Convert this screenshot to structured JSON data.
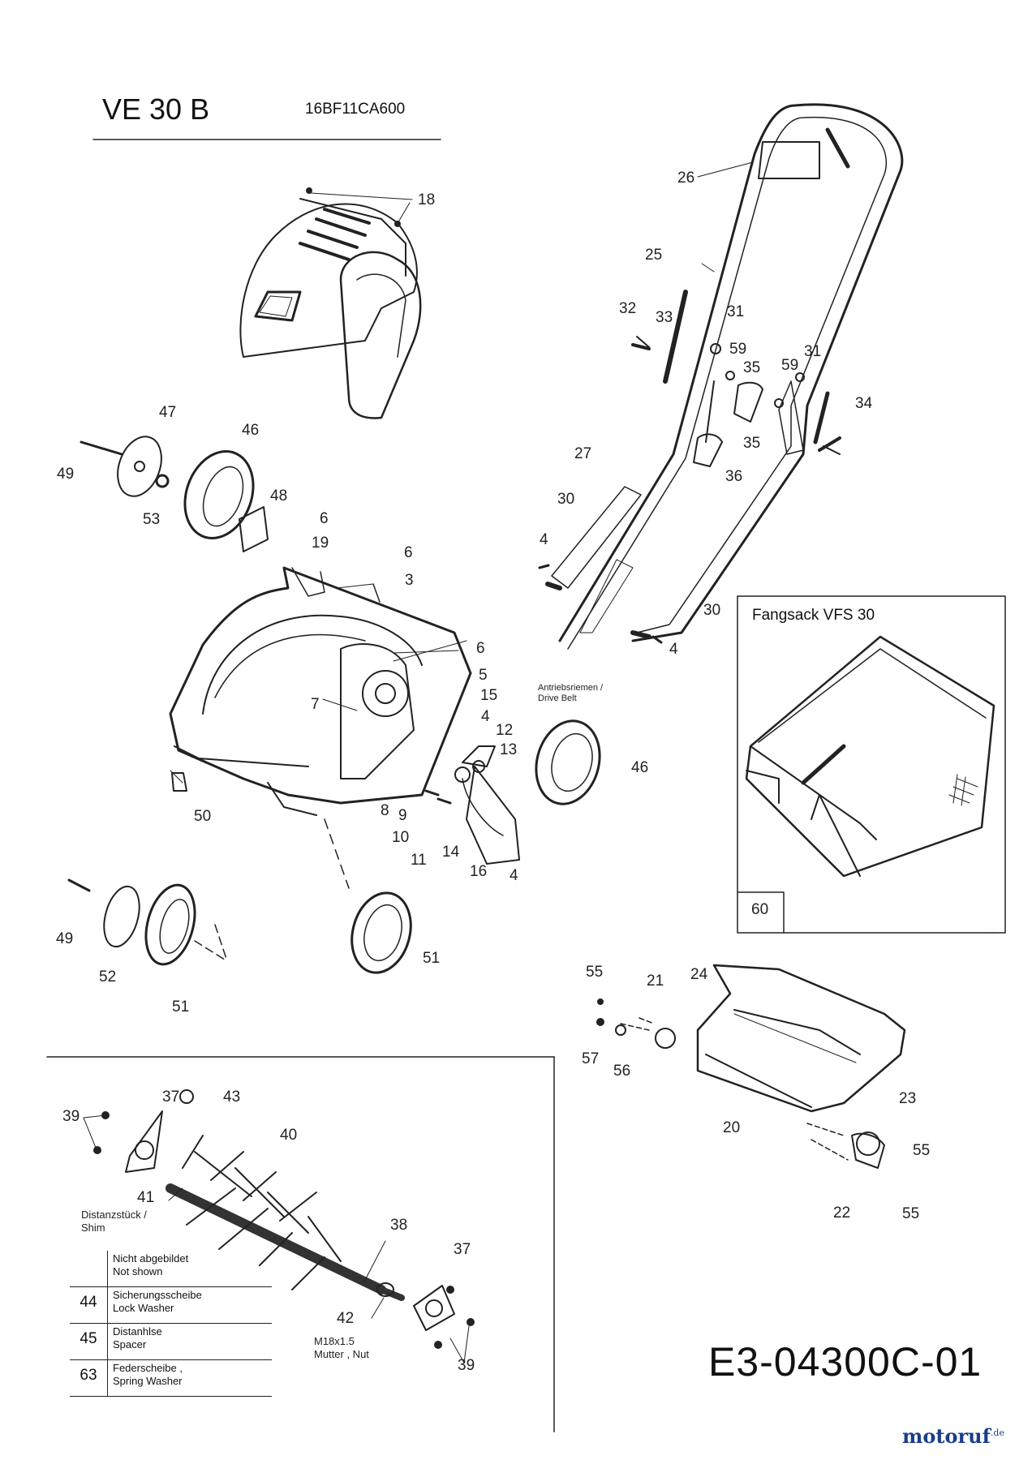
{
  "header": {
    "model": "VE 30 B",
    "part_code": "16BF11CA600"
  },
  "callouts": {
    "c18": "18",
    "c26": "26",
    "c25": "25",
    "c32": "32",
    "c33": "33",
    "c31a": "31",
    "c59a": "59",
    "c35a": "35",
    "c59b": "59",
    "c31b": "31",
    "c34": "34",
    "c35b": "35",
    "c36": "36",
    "c27": "27",
    "c30a": "30",
    "c4a": "4",
    "c30b": "30",
    "c4b": "4",
    "c47": "47",
    "c46a": "46",
    "c49a": "49",
    "c53": "53",
    "c48": "48",
    "c6a": "6",
    "c19": "19",
    "c6b": "6",
    "c3": "3",
    "c6c": "6",
    "c5": "5",
    "c15": "15",
    "c7": "7",
    "c4c": "4",
    "c12": "12",
    "c13": "13",
    "c46b": "46",
    "c50": "50",
    "c8": "8",
    "c9": "9",
    "c10": "10",
    "c11": "11",
    "c14": "14",
    "c16": "16",
    "c4d": "4",
    "c49b": "49",
    "c52": "52",
    "c51a": "51",
    "c51b": "51",
    "c60": "60",
    "c55a": "55",
    "c21": "21",
    "c24": "24",
    "c57": "57",
    "c56": "56",
    "c23": "23",
    "c20": "20",
    "c55b": "55",
    "c22": "22",
    "c55c": "55",
    "c39a": "39",
    "c37a": "37",
    "c43": "43",
    "c40": "40",
    "c41": "41",
    "c38": "38",
    "c37b": "37",
    "c42": "42",
    "c39b": "39"
  },
  "notes": {
    "drive_belt": [
      "Antriebsriemen /",
      "Drive Belt"
    ],
    "shim": [
      "Distanzstück /",
      "Shim"
    ],
    "nut": [
      "M18x1.5",
      "Mutter , Nut"
    ]
  },
  "grass_bag": {
    "title": "Fangsack  VFS 30",
    "number": "60"
  },
  "parts_table": {
    "header": [
      "Nicht abgebildet",
      "Not shown"
    ],
    "rows": [
      {
        "no": "44",
        "desc": [
          "Sicherungsscheibe",
          "Lock Washer"
        ]
      },
      {
        "no": "45",
        "desc": [
          "Distanhlse",
          "Spacer"
        ]
      },
      {
        "no": "63",
        "desc": [
          "Federscheibe ,",
          "Spring Washer"
        ]
      }
    ]
  },
  "document_id": "E3-04300C-01",
  "watermark": {
    "main": "motoruf",
    "suffix": ".de"
  }
}
